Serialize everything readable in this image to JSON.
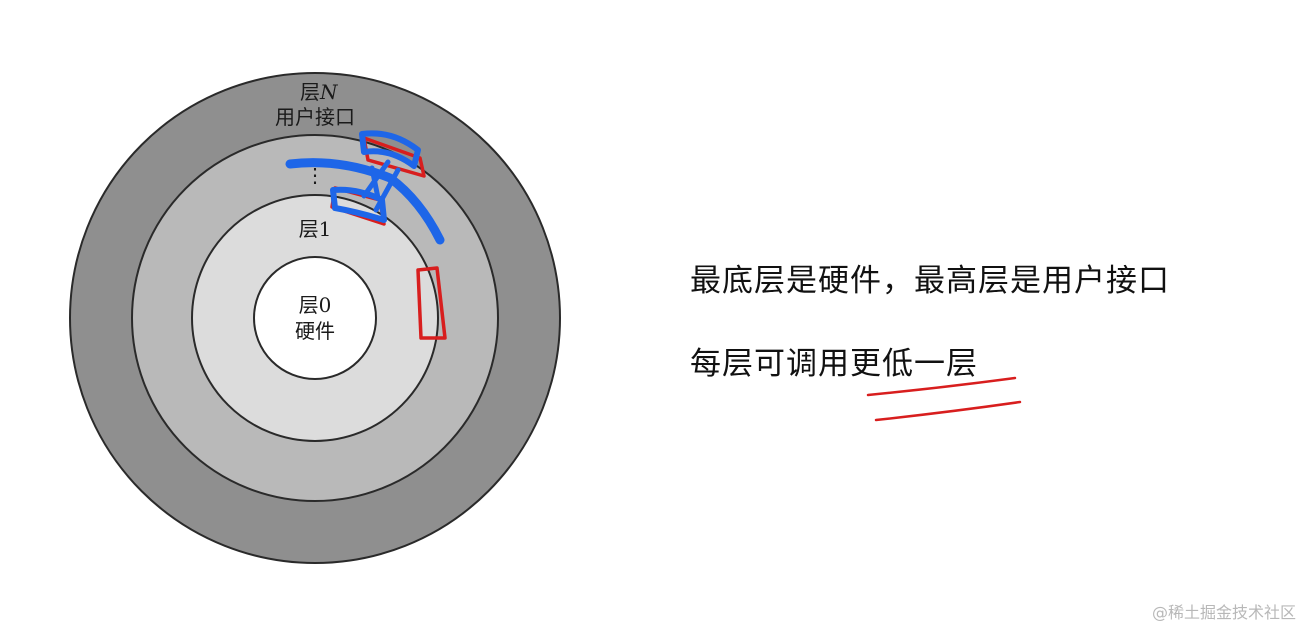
{
  "layers": {
    "top_label_prefix": "层",
    "top_label_suffix": "N",
    "top_label_desc": "用户接口",
    "ellipsis": "⋮",
    "middle_label": "层1",
    "core_label": "层0",
    "core_desc": "硬件"
  },
  "colors": {
    "outer_ring": "#8f8f8f",
    "middle_ring": "#b9b9b9",
    "inner_ring": "#dcdcdc",
    "core": "#ffffff",
    "annotation_blue": "#1e66e8",
    "annotation_red": "#d81e1e"
  },
  "captions": {
    "line1": "最底层是硬件，最高层是用户接口",
    "line2": "每层可调用更低一层"
  },
  "watermark": "@稀土掘金技术社区"
}
